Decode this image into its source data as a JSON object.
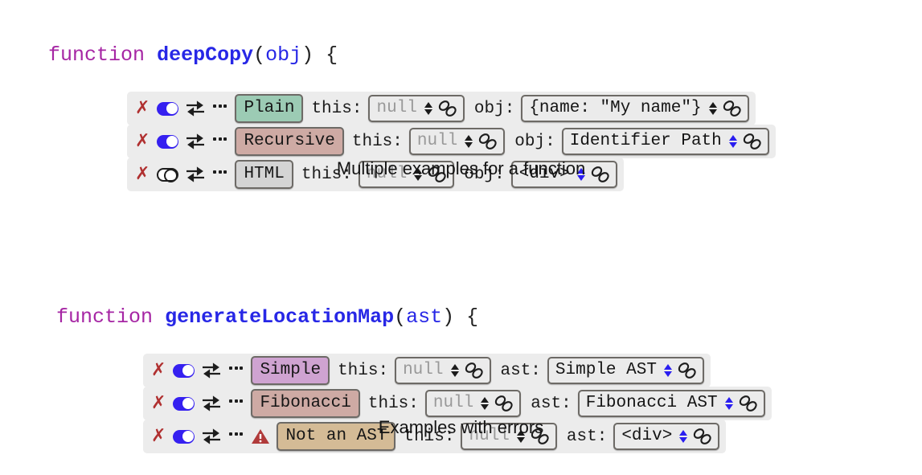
{
  "colors": {
    "keyword": "#a626a4",
    "function_name": "#2727e6",
    "panel_bg": "#ececec",
    "field_bg": "#ebebeb",
    "error_red": "#b03030",
    "toggle_on": "#3520f0",
    "stepper_blue": "#2a1ef0",
    "pill_plain": "#9ccbb4",
    "pill_recursive": "#ceaaa4",
    "pill_html": "#d4d4d4",
    "pill_simple": "#cfa3d1",
    "pill_fibonacci": "#ceaaa4",
    "pill_not_an_ast": "#d4bb96"
  },
  "blocks": [
    {
      "signature": {
        "keyword": "function",
        "name": "deepCopy",
        "open_paren": "(",
        "param": "obj",
        "close_paren": ")",
        "brace": " {"
      },
      "caption": "Multiple examples for a function",
      "rows": [
        {
          "close_icon": "✗",
          "toggle_state": "on",
          "swap_icon": "swap-icon",
          "more_icon": "ellipsis-icon",
          "warning": false,
          "label": "Plain",
          "label_color": "#9ccbb4",
          "fields": [
            {
              "name": "this:",
              "value": "null",
              "muted": true,
              "stepper_color": "black",
              "link": true
            },
            {
              "name": "obj:",
              "value": "{name: \"My name\"}",
              "muted": false,
              "stepper_color": "black",
              "link": true
            }
          ]
        },
        {
          "close_icon": "✗",
          "toggle_state": "on",
          "swap_icon": "swap-icon",
          "more_icon": "ellipsis-icon",
          "warning": false,
          "label": "Recursive",
          "label_color": "#ceaaa4",
          "fields": [
            {
              "name": "this:",
              "value": "null",
              "muted": true,
              "stepper_color": "black",
              "link": true
            },
            {
              "name": "obj:",
              "value": "Identifier Path",
              "muted": false,
              "stepper_color": "blue",
              "link": true
            }
          ]
        },
        {
          "close_icon": "✗",
          "toggle_state": "off",
          "swap_icon": "swap-icon",
          "more_icon": "ellipsis-icon",
          "warning": false,
          "label": "HTML",
          "label_color": "#d4d4d4",
          "fields": [
            {
              "name": "this:",
              "value": "null",
              "muted": true,
              "stepper_color": "black",
              "link": true
            },
            {
              "name": "obj:",
              "value": "<div>",
              "muted": false,
              "stepper_color": "blue",
              "link": true
            }
          ]
        }
      ]
    },
    {
      "signature": {
        "keyword": "function",
        "name": "generateLocationMap",
        "open_paren": "(",
        "param": "ast",
        "close_paren": ")",
        "brace": " {"
      },
      "caption": "Examples with errors",
      "rows": [
        {
          "close_icon": "✗",
          "toggle_state": "on",
          "swap_icon": "swap-icon",
          "more_icon": "ellipsis-icon",
          "warning": false,
          "label": "Simple",
          "label_color": "#cfa3d1",
          "fields": [
            {
              "name": "this:",
              "value": "null",
              "muted": true,
              "stepper_color": "black",
              "link": true
            },
            {
              "name": "ast:",
              "value": "Simple AST",
              "muted": false,
              "stepper_color": "blue",
              "link": true
            }
          ]
        },
        {
          "close_icon": "✗",
          "toggle_state": "on",
          "swap_icon": "swap-icon",
          "more_icon": "ellipsis-icon",
          "warning": false,
          "label": "Fibonacci",
          "label_color": "#ceaaa4",
          "fields": [
            {
              "name": "this:",
              "value": "null",
              "muted": true,
              "stepper_color": "black",
              "link": true
            },
            {
              "name": "ast:",
              "value": "Fibonacci AST",
              "muted": false,
              "stepper_color": "blue",
              "link": true
            }
          ]
        },
        {
          "close_icon": "✗",
          "toggle_state": "on",
          "swap_icon": "swap-icon",
          "more_icon": "ellipsis-icon",
          "warning": true,
          "warning_icon": "warning-triangle-icon",
          "label": "Not an AST",
          "label_color": "#d4bb96",
          "fields": [
            {
              "name": "this:",
              "value": "null",
              "muted": true,
              "stepper_color": "black",
              "link": true
            },
            {
              "name": "ast:",
              "value": "<div>",
              "muted": false,
              "stepper_color": "blue",
              "link": true
            }
          ]
        }
      ]
    }
  ]
}
